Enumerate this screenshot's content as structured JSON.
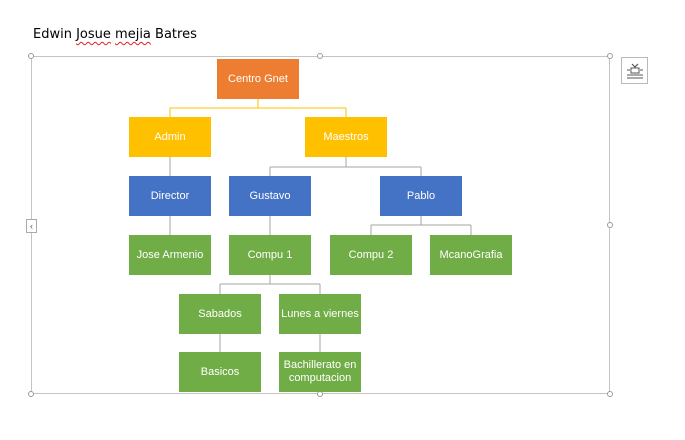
{
  "document": {
    "author_first": "Edwin",
    "author_misspelled_1": "Josue",
    "author_misspelled_2": "mejia",
    "author_last": "Batres"
  },
  "colors": {
    "root": "#ED7D31",
    "level1": "#FFC000",
    "level2": "#4472C4",
    "leaf": "#70AD47",
    "connector_root": "#FFC000",
    "connector_other": "#A5A5A5"
  },
  "icons": {
    "layout_options": "layout-options-icon",
    "collapse": "chevron-left-icon"
  },
  "org_chart": {
    "root": "Centro Gnet",
    "admin": "Admin",
    "maestros": "Maestros",
    "director": "Director",
    "gustavo": "Gustavo",
    "pablo": "Pablo",
    "jose_armenio": "Jose Armenio",
    "compu1": "Compu 1",
    "compu2": "Compu 2",
    "mcanografia": "McanoGrafia",
    "sabados": "Sabados",
    "lunes_viernes": "Lunes a viernes",
    "basicos": "Basicos",
    "bachillerato": "Bachillerato en computacion"
  }
}
